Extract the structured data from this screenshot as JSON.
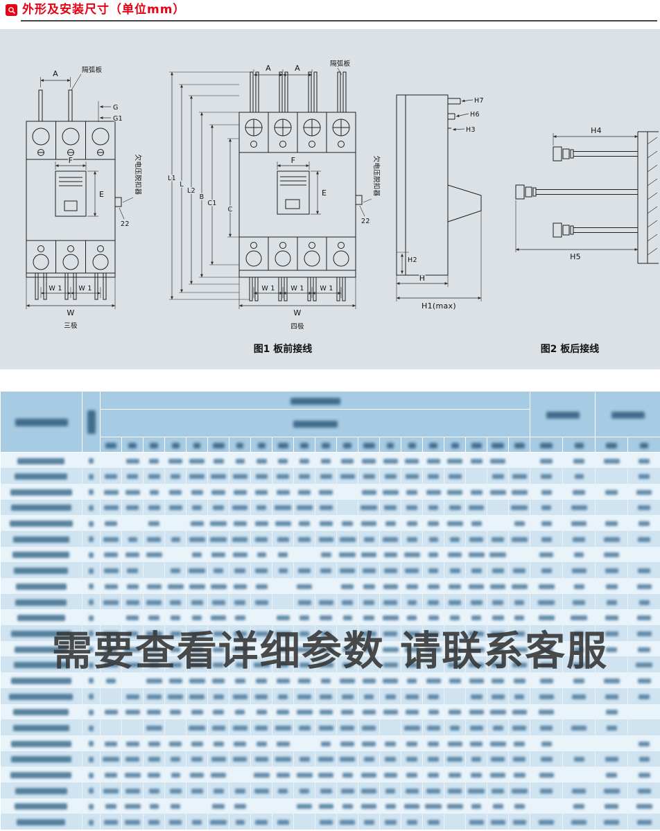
{
  "page": {
    "section_title": "外形及安装尺寸（单位mm）"
  },
  "figure1": {
    "caption": "图1  板前接线",
    "three_pole_label": "三极",
    "four_pole_label": "四极",
    "labels": {
      "A": "A",
      "G": "G",
      "G1": "G1",
      "F": "F",
      "E": "E",
      "dim22": "22",
      "L1": "L1",
      "L": "L",
      "L2": "L2",
      "B": "B",
      "C1": "C1",
      "C": "C",
      "W1": "W 1",
      "W": "W",
      "arc_plate": "隔弧板",
      "undervoltage_release": "欠电压脱扣器"
    }
  },
  "figure2": {
    "caption": "图2  板后接线",
    "labels": {
      "H7": "H7",
      "H6": "H6",
      "H3": "H3",
      "H2": "H2",
      "H": "H",
      "H1max": "H1(max)",
      "H4": "H4",
      "H5": "H5"
    }
  },
  "table": {
    "row_count": 24,
    "watermark": "需要查看详细参数 请联系客服"
  }
}
